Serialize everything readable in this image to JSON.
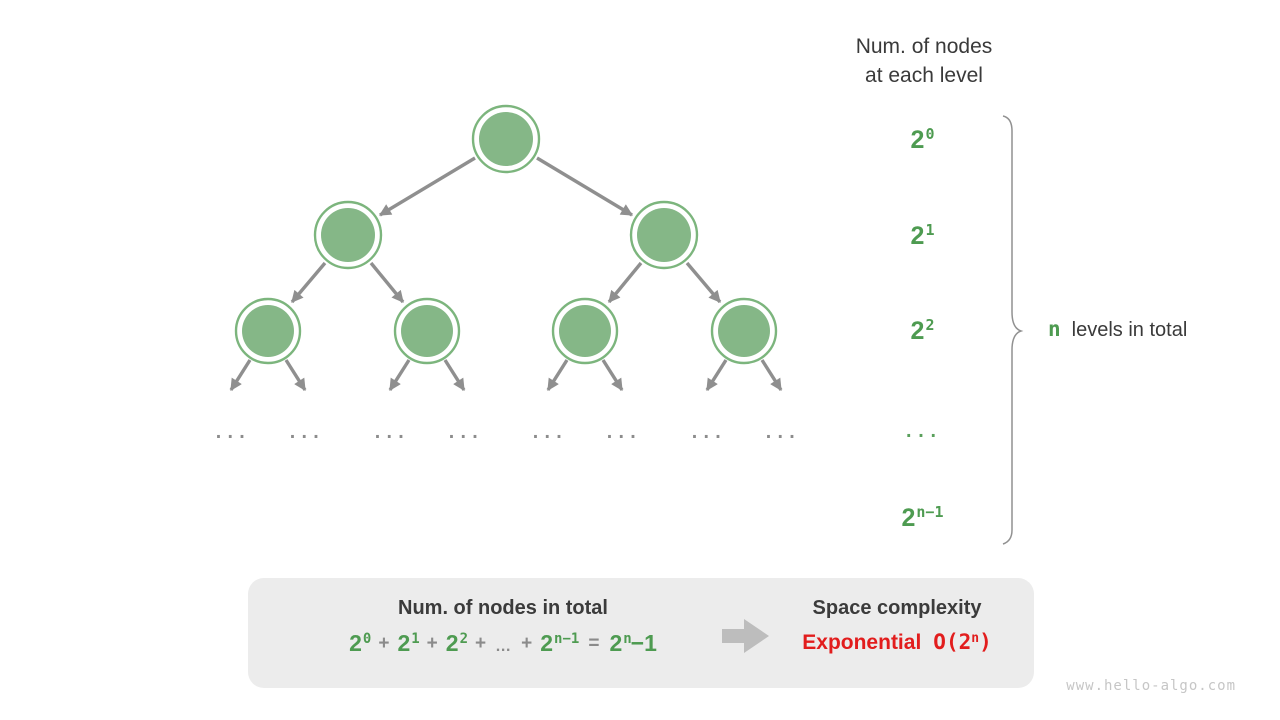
{
  "header": {
    "line1": "Num. of nodes",
    "line2": "at each level"
  },
  "level_labels": {
    "l0": {
      "base": "2",
      "exp": "0"
    },
    "l1": {
      "base": "2",
      "exp": "1"
    },
    "l2": {
      "base": "2",
      "exp": "2"
    },
    "dots": "...",
    "ln": {
      "base": "2",
      "exp": "n−1"
    }
  },
  "tree": {
    "ellipsis": "..."
  },
  "brace_note": {
    "n": "n",
    "text": "levels in total"
  },
  "summary": {
    "nodes_title": "Num. of nodes in total",
    "formula": {
      "t0": {
        "base": "2",
        "exp": "0"
      },
      "op1": "+",
      "t1": {
        "base": "2",
        "exp": "1"
      },
      "op2": "+",
      "t2": {
        "base": "2",
        "exp": "2"
      },
      "op3": "+",
      "dots": "…",
      "op4": "+",
      "tn": {
        "base": "2",
        "exp": "n−1"
      },
      "eq": "=",
      "result": {
        "base": "2",
        "exp": "n",
        "tail": "−1"
      }
    },
    "space_title": "Space complexity",
    "complexity": {
      "label": "Exponential",
      "open": "O(2",
      "exp": "n",
      "close": ")"
    }
  },
  "watermark": "www.hello-algo.com",
  "colors": {
    "node_fill": "#85b787",
    "node_ring": "#7cb57d",
    "text_green": "#4e9b51",
    "arrow_gray": "#8f8f8f",
    "text_dark": "#3a3a3a",
    "complexity_red": "#e21d1d",
    "box_bg": "#ececec",
    "brace_gray": "#919191",
    "watermark_gray": "#c6c6c6"
  }
}
